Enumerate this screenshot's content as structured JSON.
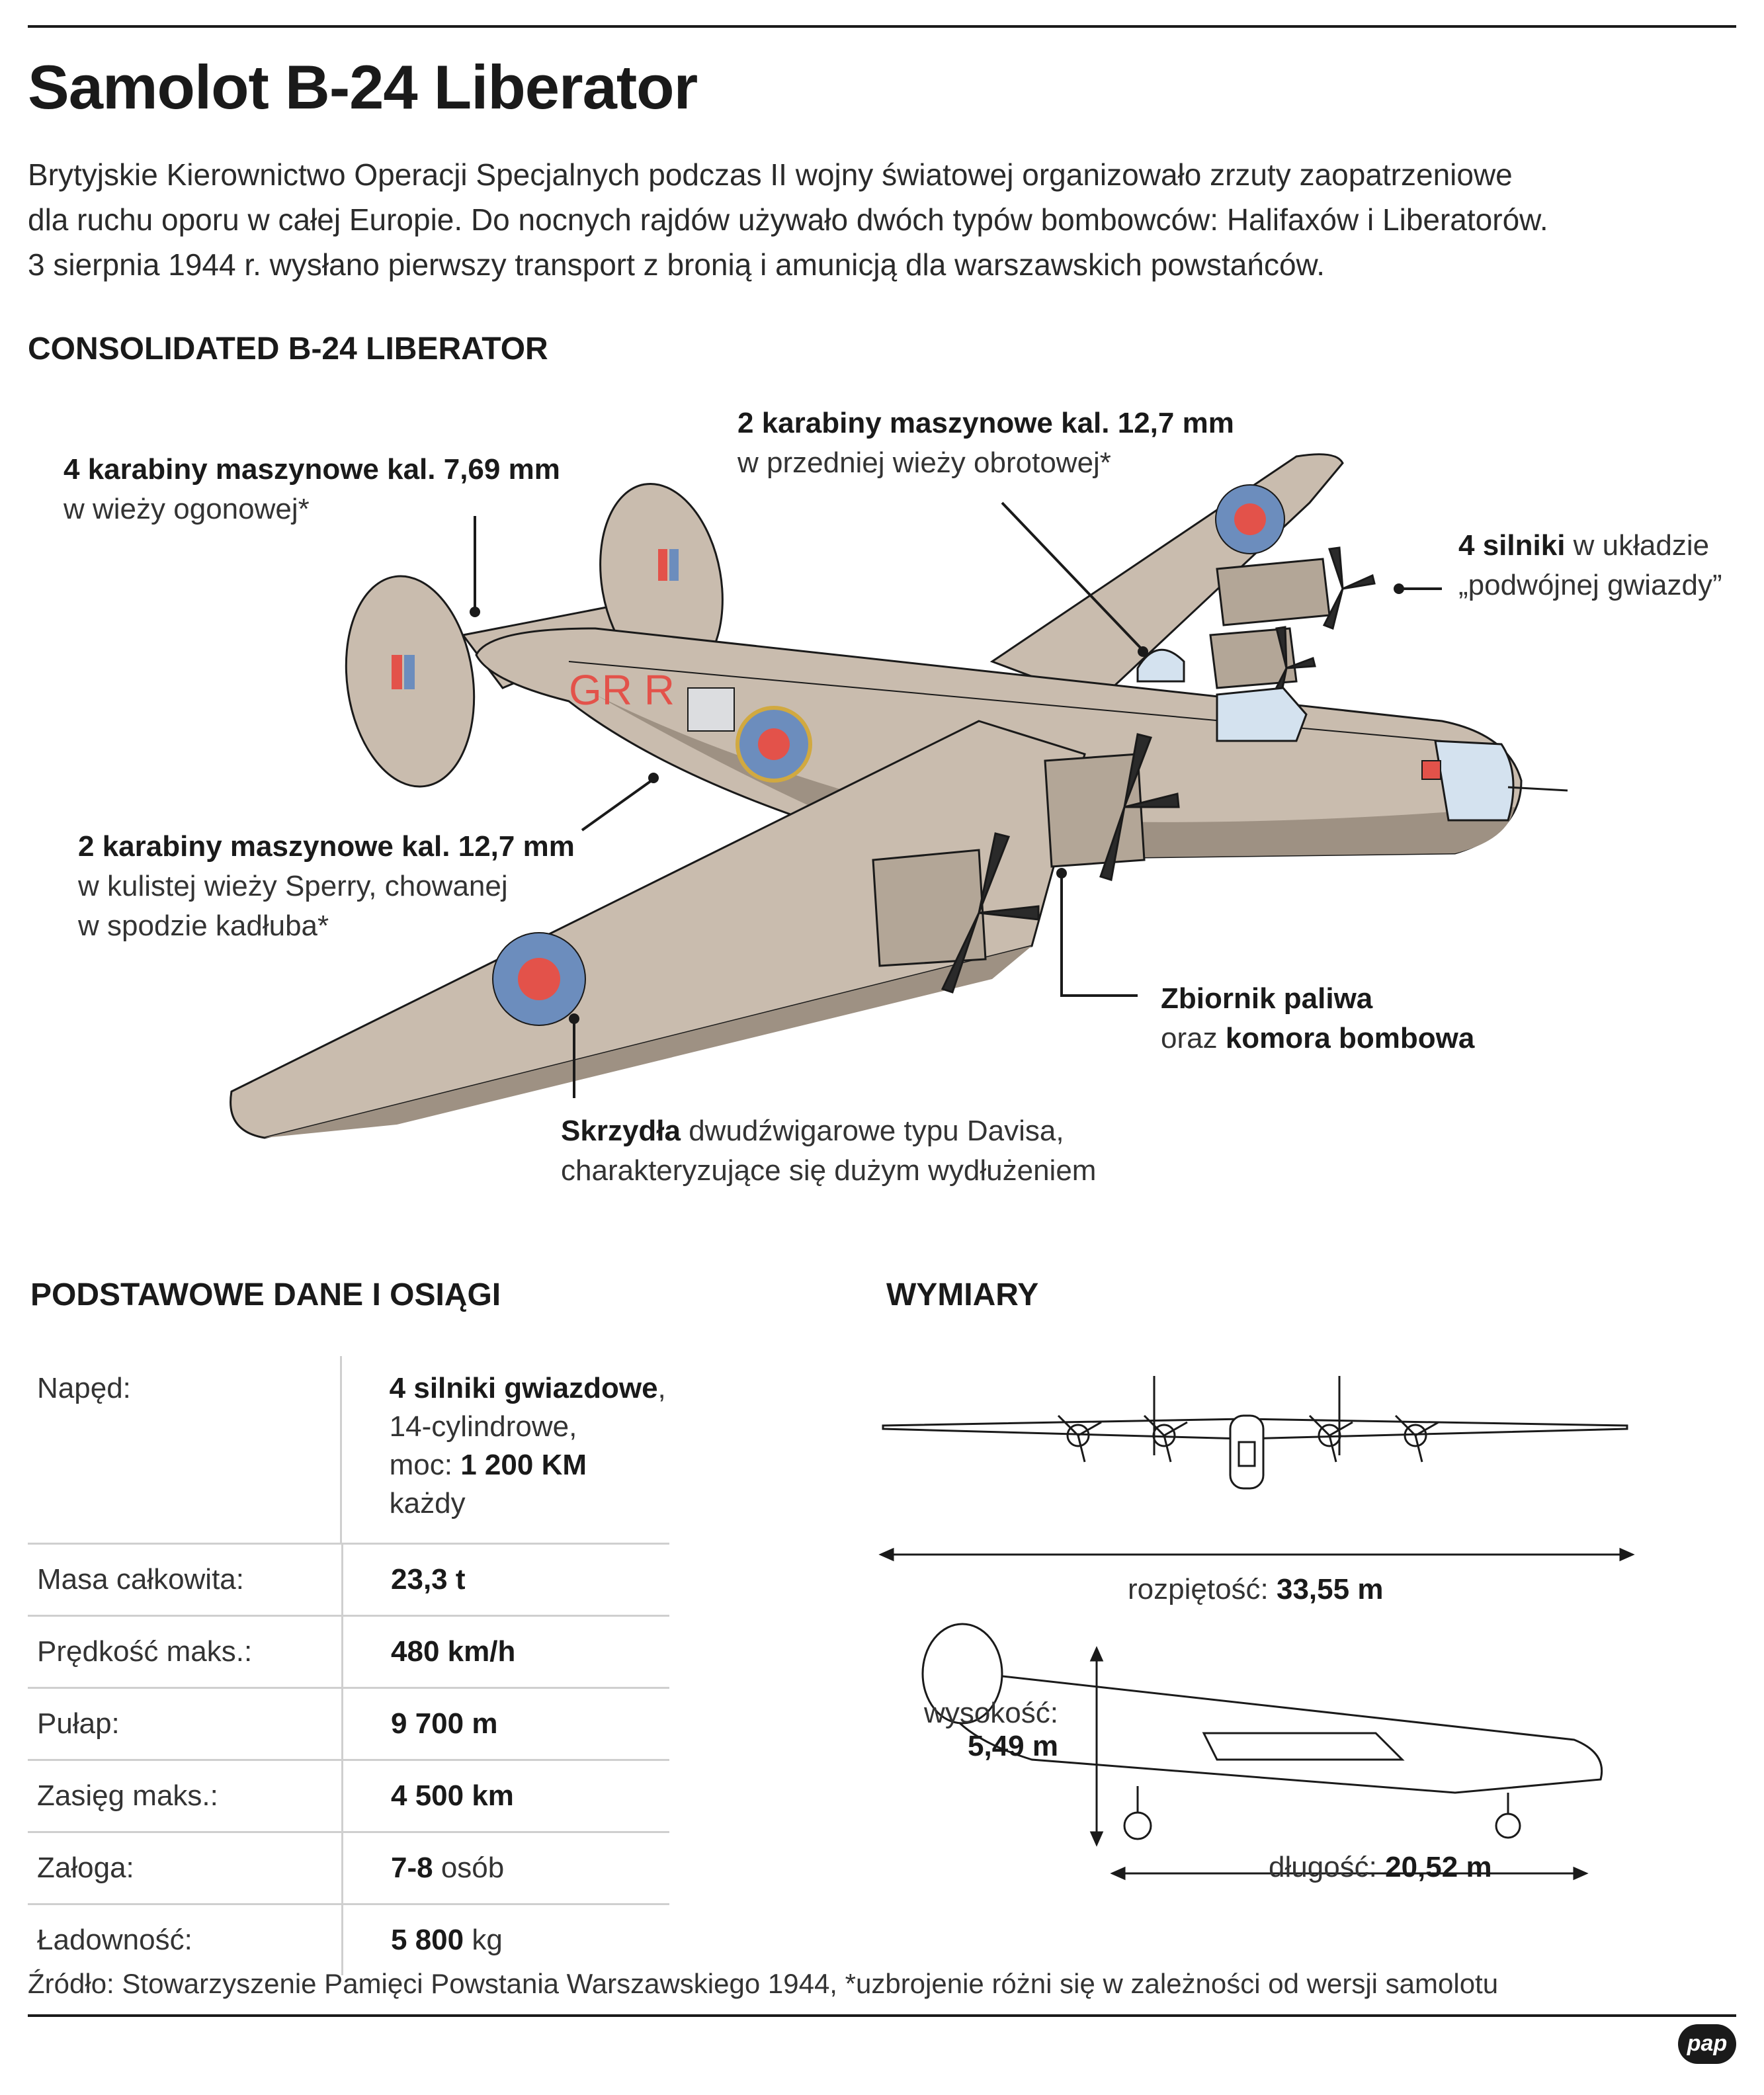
{
  "title": "Samolot B-24 Liberator",
  "intro": [
    "Brytyjskie Kierownictwo Operacji Specjalnych podczas II wojny światowej organizowało zrzuty zaopatrzeniowe",
    "dla ruchu oporu w całej Europie. Do nocnych rajdów używało dwóch typów bombowców: Halifaxów i Liberatorów.",
    "3 sierpnia 1944 r. wysłano pierwszy transport z bronią i amunicją dla warszawskich powstańców."
  ],
  "aircraft_heading": "CONSOLIDATED B-24 LIBERATOR",
  "fuselage_code": "GR R",
  "callouts": {
    "tail": {
      "bold": "4 karabiny maszynowe kal. 7,69 mm",
      "rest": "w wieży ogonowej*"
    },
    "front": {
      "bold": "2 karabiny maszynowe kal. 12,7 mm",
      "rest": "w przedniej wieży obrotowej*"
    },
    "engines": {
      "bold": "4 silniki",
      "rest1": " w układzie",
      "rest2": "„podwójnej gwiazdy”"
    },
    "sperry": {
      "bold": "2 karabiny maszynowe kal. 12,7 mm",
      "rest1": "w kulistej wieży Sperry, chowanej",
      "rest2": "w spodzie kadłuba*"
    },
    "fuel": {
      "bold1": "Zbiornik paliwa",
      "pre2": "oraz ",
      "bold2": "komora bombowa"
    },
    "wings": {
      "bold": "Skrzydła",
      "rest1": " dwudźwigarowe typu Davisa,",
      "rest2": "charakteryzujące się dużym wydłużeniem"
    }
  },
  "specs_heading": "PODSTAWOWE DANE I OSIĄGI",
  "specs": {
    "drive_label": "Napęd:",
    "drive_bold": "4 silniki gwiazdowe",
    "drive_comma": ",",
    "drive_line2": "14-cylindrowe,",
    "drive_line3_pre": "moc: ",
    "drive_line3_bold": "1 200 KM",
    "drive_line3_post": " każdy",
    "rows": [
      {
        "label": "Masa całkowita:",
        "bold": "23,3 t",
        "rest": ""
      },
      {
        "label": "Prędkość maks.:",
        "bold": "480 km/h",
        "rest": ""
      },
      {
        "label": "Pułap:",
        "bold": "9 700 m",
        "rest": ""
      },
      {
        "label": "Zasięg maks.:",
        "bold": "4 500 km",
        "rest": ""
      },
      {
        "label": "Załoga:",
        "bold": "7-8",
        "rest": " osób"
      },
      {
        "label": "Ładowność:",
        "bold": "5 800",
        "rest": " kg"
      }
    ]
  },
  "dimensions_heading": "WYMIARY",
  "dimensions": {
    "span_label": "rozpiętość: ",
    "span_value": "33,55 m",
    "height_label": "wysokość:",
    "height_value": "5,49 m",
    "length_label": "długość: ",
    "length_value": "20,52 m"
  },
  "source": "Źródło: Stowarzyszenie Pamięci Powstania Warszawskiego 1944, *uzbrojenie różni się w zależności od wersji samolotu",
  "logo": "pap",
  "colors": {
    "airframe": "#c9bcae",
    "airframe_dark": "#9e9183",
    "roundel_blue": "#6c8dbd",
    "roundel_red": "#e3524a",
    "glass": "#d4e2ef"
  }
}
